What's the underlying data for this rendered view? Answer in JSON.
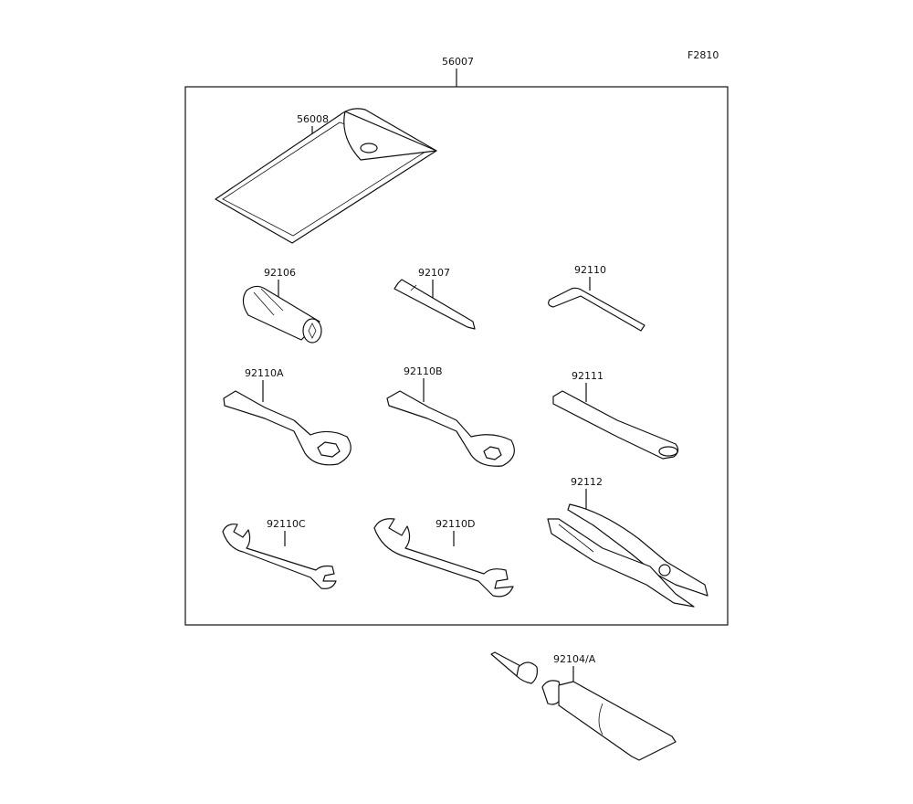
{
  "diagram": {
    "figure_code": "F2810",
    "assembly": {
      "part_no": "56007"
    },
    "parts": [
      {
        "part_no": "56008"
      },
      {
        "part_no": "92106"
      },
      {
        "part_no": "92107"
      },
      {
        "part_no": "92110"
      },
      {
        "part_no": "92110A"
      },
      {
        "part_no": "92110B"
      },
      {
        "part_no": "92111"
      },
      {
        "part_no": "92110C"
      },
      {
        "part_no": "92110D"
      },
      {
        "part_no": "92112"
      },
      {
        "part_no": "92104/A"
      }
    ]
  }
}
